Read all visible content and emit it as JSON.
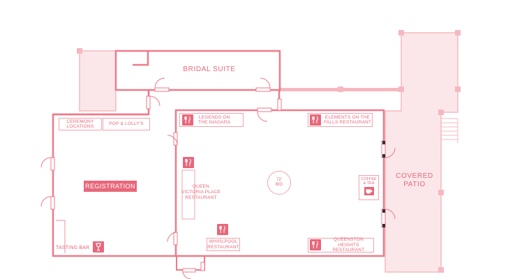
{
  "rooms": {
    "bridal_suite": "BRIDAL SUITE",
    "covered_patio_line1": "COVERED",
    "covered_patio_line2": "PATIO",
    "registration": "REGISTRATION",
    "ceremony_locations_line1": "CEREMONY",
    "ceremony_locations_line2": "LOCATIONS",
    "pop_lollys": "POP & LOLLY'S",
    "tasting_bar": "TASTING BAR",
    "legends_line1": "LEGENDS ON",
    "legends_line2": "THE NIAGARA",
    "elements_line1": "ELEMENTS ON THE",
    "elements_line2": "FALLS RESTAURANT",
    "queen_victoria_line1": "QUEEN",
    "queen_victoria_line2": "VICTORIA PLACE",
    "queen_victoria_line3": "RESTAURANT",
    "table_line1": "72'",
    "table_line2": "BIG",
    "coffee_line1": "COFFEE",
    "coffee_line2": "& TEA",
    "whirlpool_line1": "WHIRLPOOL",
    "whirlpool_line2": "RESTAURANT",
    "queenston_line1": "QUEENSTON HEIGHTS",
    "queenston_line2": "RESTAURANT"
  },
  "colors": {
    "wall": "#ef7a8a",
    "light_wall": "#f6b8c0",
    "patio_fill": "#fbe7ea",
    "accent": "#e8677a"
  },
  "icons": {
    "restaurant": "fork-knife-icon",
    "tasting_bar": "wine-glass-icon",
    "coffee": "coffee-cup-icon"
  }
}
